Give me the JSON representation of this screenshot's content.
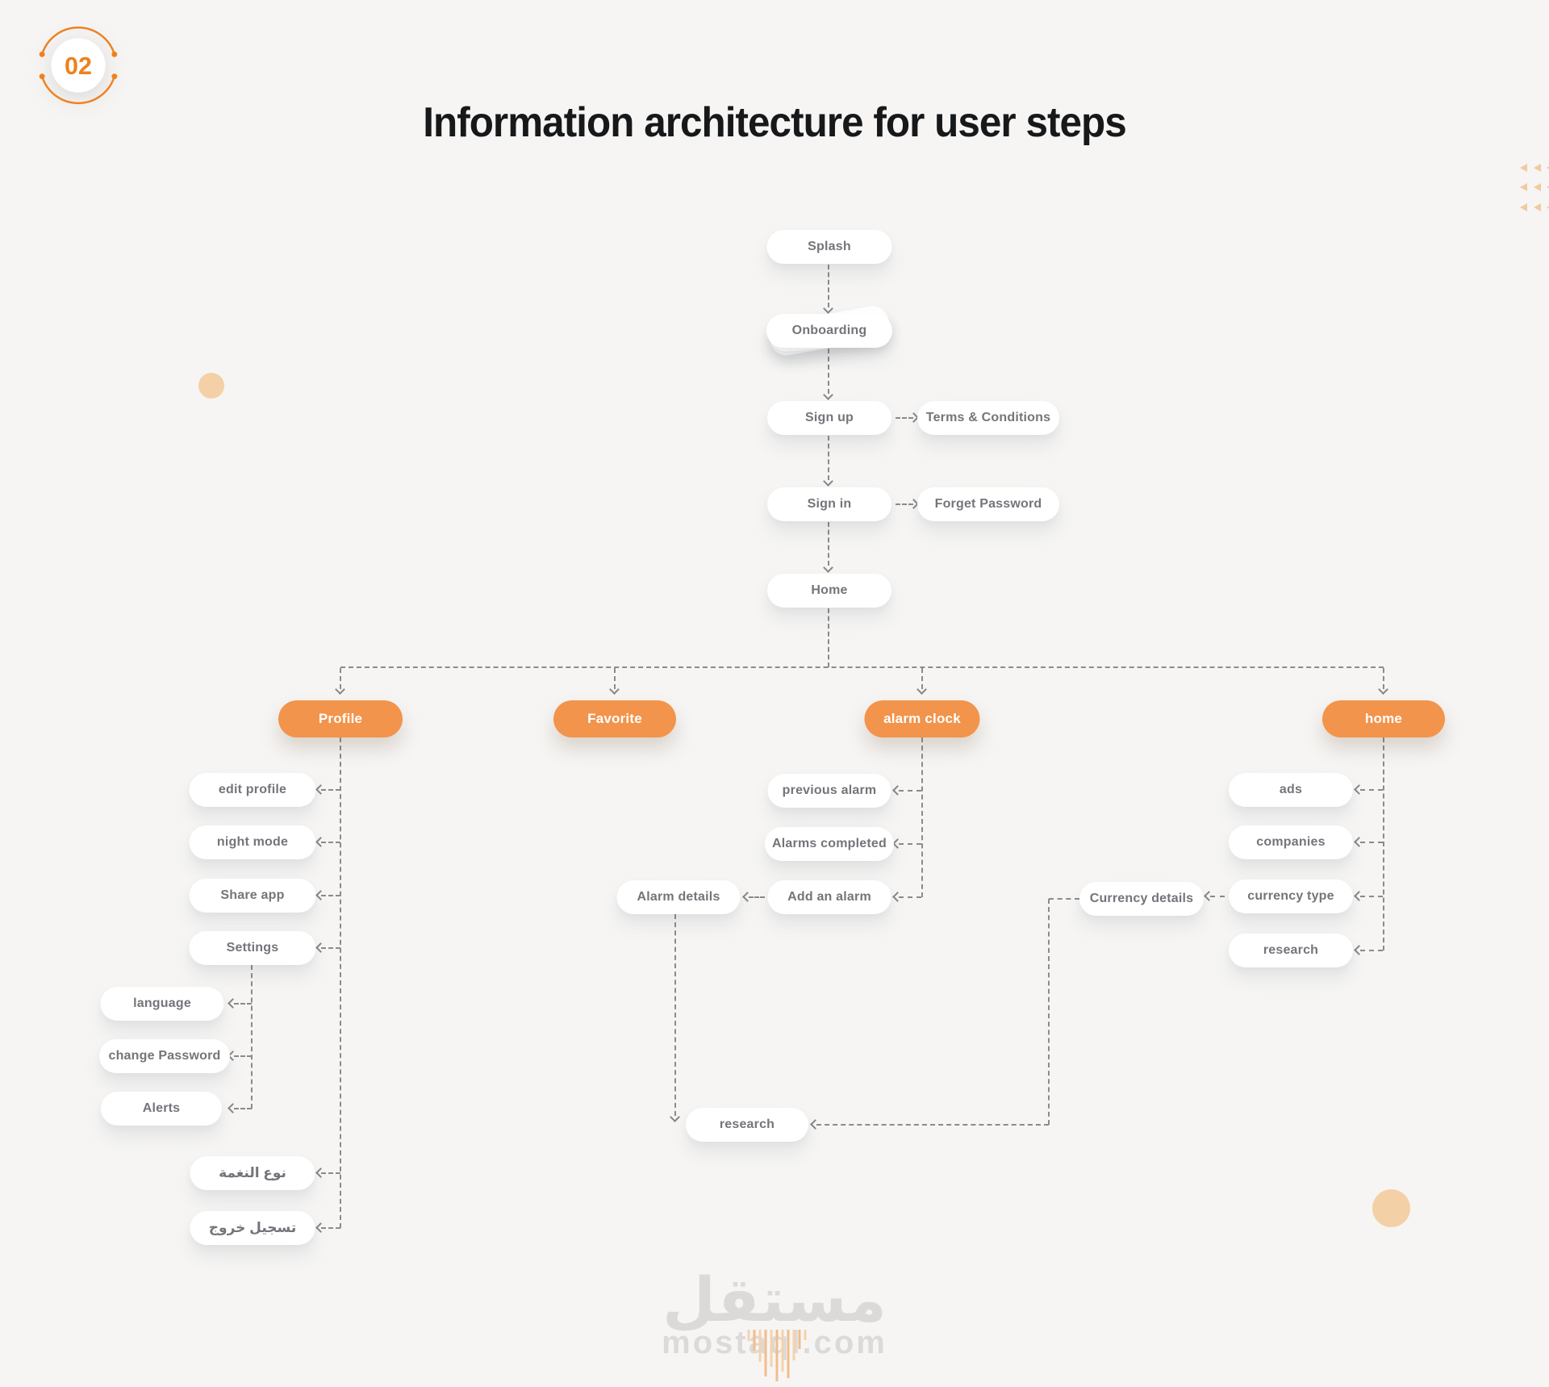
{
  "badge": {
    "number": "02"
  },
  "title": "Information architecture for user steps",
  "nodes": {
    "splash": "Splash",
    "onboarding": "Onboarding",
    "sign_up": "Sign up",
    "terms": "Terms & Conditions",
    "sign_in": "Sign in",
    "forget_password": "Forget Password",
    "home": "Home",
    "profile": "Profile",
    "favorite": "Favorite",
    "alarm_clock": "alarm clock",
    "home_section": "home",
    "edit_profile": "edit profile",
    "night_mode": "night mode",
    "share_app": "Share app",
    "settings": "Settings",
    "language": "language",
    "change_password": "change Password",
    "alerts": "Alerts",
    "tone_type": "نوع النغمة",
    "logout": "تسجيل خروج",
    "previous_alarm": "previous alarm",
    "alarms_completed": "Alarms completed",
    "add_an_alarm": "Add an alarm",
    "alarm_details": "Alarm details",
    "research_alarm": "research",
    "currency_details": "Currency details",
    "ads": "ads",
    "companies": "companies",
    "currency_type": "currency type",
    "research_home": "research"
  },
  "watermark": {
    "arabic": "مستقل",
    "latin": "mostaql.com"
  },
  "colors": {
    "background": "#F6F5F4",
    "accent_orange": "#F2944B",
    "badge_orange": "#EE811F",
    "node_text_gray": "#73757A",
    "line_gray": "#8B8B8B",
    "decor_peach": "#F4D0A6",
    "watermark_gray": "#DBDAD9"
  }
}
